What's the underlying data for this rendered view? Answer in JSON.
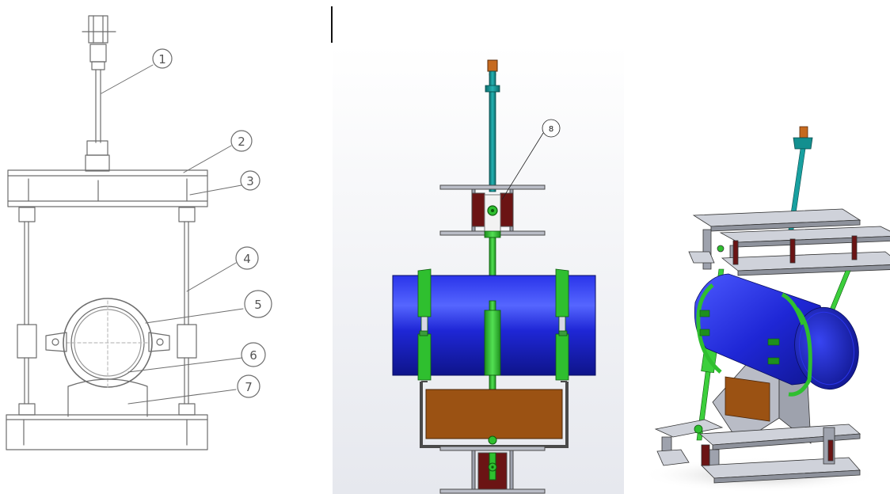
{
  "callouts": {
    "c1": "1",
    "c2": "2",
    "c3": "3",
    "c4": "4",
    "c5": "5",
    "c6": "6",
    "c7": "7",
    "c8": "8"
  },
  "colors": {
    "pipe": "#1f27d6",
    "clamp": "#2fbf2f",
    "rod": "#138f8f",
    "beam": "#aeb2bd",
    "saddle": "#9b5213",
    "block": "#6b1414",
    "lug": "#c66a1f"
  }
}
